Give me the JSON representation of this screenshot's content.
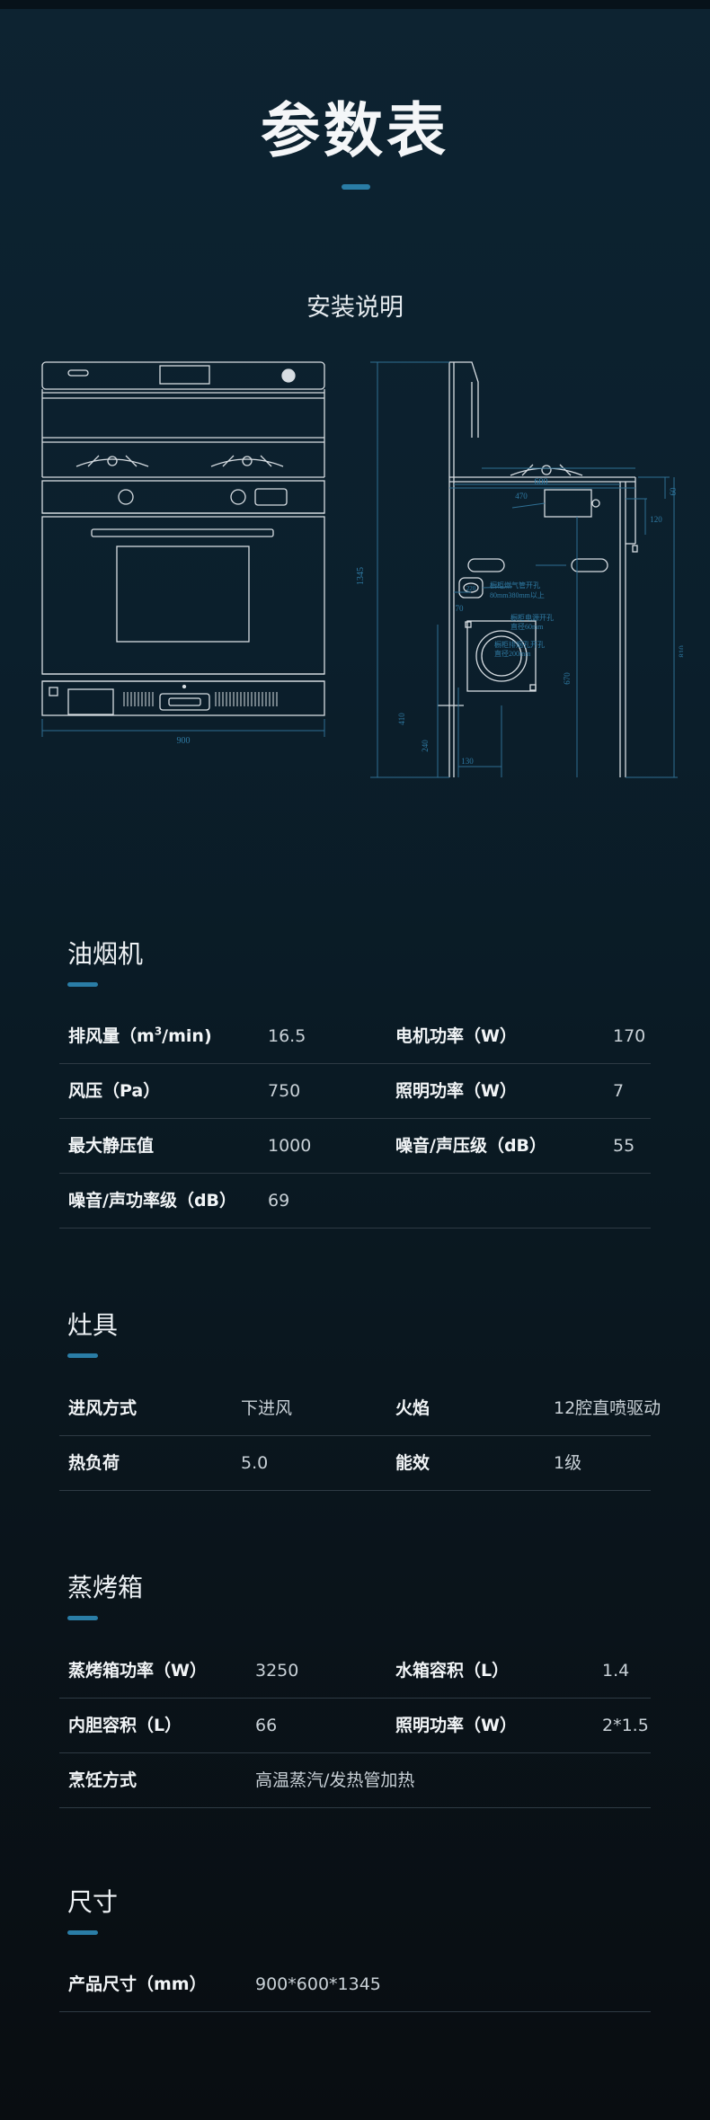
{
  "header": {
    "title": "参数表",
    "subtitle": "安装说明"
  },
  "drawing": {
    "front_width": "900",
    "side_height": "1345",
    "dim_600": "600",
    "dim_470": "470",
    "dim_60": "60",
    "dim_120": "120",
    "dim_810": "810",
    "dim_70": "70",
    "dim_670": "670",
    "dim_410": "410",
    "dim_240": "240",
    "dim_130": "130",
    "dim_220": "220",
    "note_gas_1": "橱柜燃气管开孔",
    "note_gas_2": "80mm380mm以上",
    "note_power_1": "橱柜电源开孔",
    "note_power_2": "直径60mm",
    "note_exhaust_1": "橱柜排烟孔开孔",
    "note_exhaust_2": "直径200mm",
    "accent_color": "#2f6f93",
    "line_color": "#d7dde2"
  },
  "range_hood": {
    "title": "油烟机",
    "rows": [
      {
        "l1": "排风量（m",
        "l1_sup": "3",
        "l1_tail": "/min)",
        "v1": "16.5",
        "l2": "电机功率（W）",
        "v2": "170"
      },
      {
        "l1": "风压（Pa）",
        "v1": "750",
        "l2": "照明功率（W）",
        "v2": "7"
      },
      {
        "l1": "最大静压值",
        "v1": "1000",
        "l2": "噪音/声压级（dB）",
        "v2": "55"
      },
      {
        "l1": "噪音/声功率级（dB）",
        "v1": "69"
      }
    ]
  },
  "stove": {
    "title": "灶具",
    "rows": [
      {
        "l1": "进风方式",
        "v1": "下进风",
        "l2": "火焰",
        "v2": "12腔直喷驱动"
      },
      {
        "l1": "热负荷",
        "v1": "5.0",
        "l2": "能效",
        "v2": "1级"
      }
    ]
  },
  "steam_oven": {
    "title": "蒸烤箱",
    "rows": [
      {
        "l1": "蒸烤箱功率（W）",
        "v1": "3250",
        "l2": "水箱容积（L）",
        "v2": "1.4"
      },
      {
        "l1": "内胆容积（L）",
        "v1": "66",
        "l2": "照明功率（W）",
        "v2": "2*1.5"
      },
      {
        "l1": "烹饪方式",
        "v1": "高温蒸汽/发热管加热"
      }
    ]
  },
  "dimensions": {
    "title": "尺寸",
    "rows": [
      {
        "l1": "产品尺寸（mm）",
        "v1": "900*600*1345"
      }
    ]
  }
}
